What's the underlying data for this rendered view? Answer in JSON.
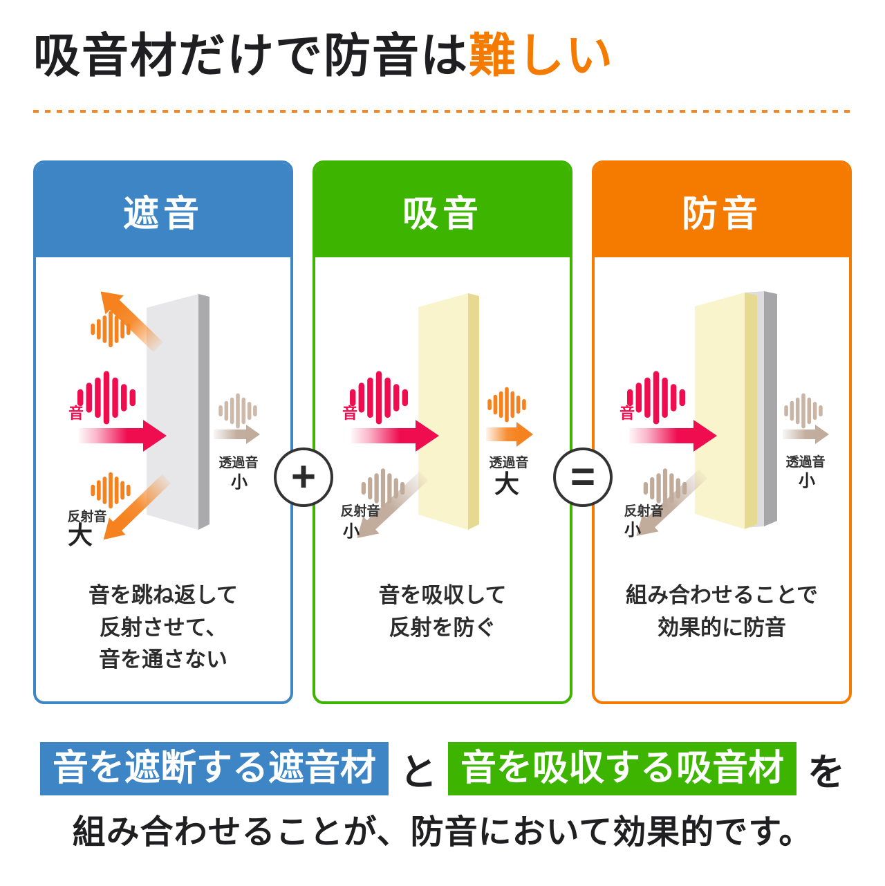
{
  "title": {
    "text_black": "吸音材だけで防音は",
    "text_accent": "難しい"
  },
  "operators": {
    "plus": "+",
    "equals": "="
  },
  "panels": [
    {
      "header": "遮音",
      "source_label": "音",
      "transmitted_label": "透過音",
      "transmitted_size": "小",
      "reflected_label": "反射音",
      "reflected_size": "大",
      "description": [
        "音を跳ね返して",
        "反射させて、",
        "音を通さない"
      ]
    },
    {
      "header": "吸音",
      "source_label": "音",
      "transmitted_label": "透過音",
      "transmitted_size": "大",
      "reflected_label": "反射音",
      "reflected_size": "小",
      "description": [
        "音を吸収して",
        "反射を防ぐ"
      ]
    },
    {
      "header": "防音",
      "source_label": "音",
      "transmitted_label": "透過音",
      "transmitted_size": "小",
      "reflected_label": "反射音",
      "reflected_size": "小",
      "description": [
        "組み合わせることで",
        "効果的に防音"
      ]
    }
  ],
  "footer": {
    "highlight_blue": "音を遮断する遮音材",
    "particle_1": "と",
    "highlight_green": "音を吸収する吸音材",
    "particle_2": "を",
    "line2": "組み合わせることが、防音において効果的です。"
  },
  "colors": {
    "accent_orange": "#f57a00",
    "panel_blue": "#3d85c5",
    "panel_green": "#3cb400",
    "panel_orange": "#f57a00",
    "sound_pink": "#ef0d50",
    "arrow_orange": "#f5821e",
    "beige": "#c0aa9a",
    "wall_gray": "#e7e7e9",
    "absorber_cream": "#faf4cd"
  }
}
